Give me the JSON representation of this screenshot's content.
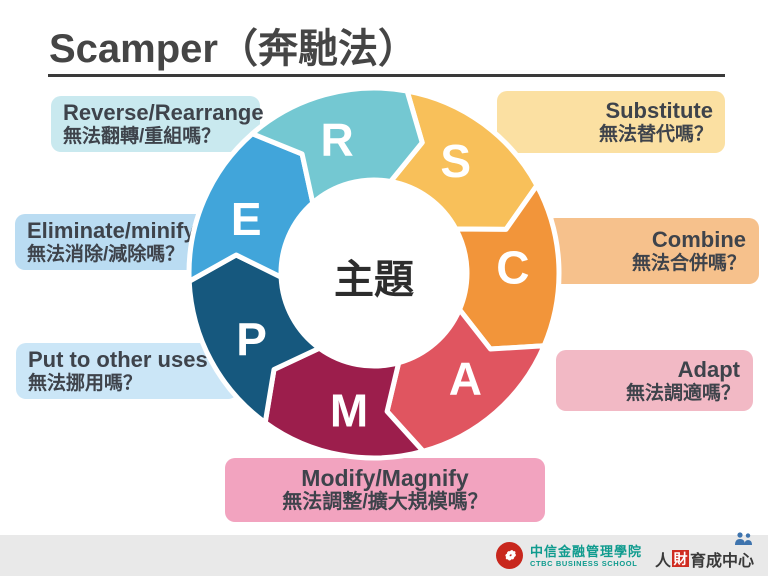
{
  "title": "Scamper（奔馳法）",
  "wheel": {
    "center_label": "主題",
    "segments": [
      {
        "letter": "S",
        "color": "#f8c05a"
      },
      {
        "letter": "C",
        "color": "#f2953a"
      },
      {
        "letter": "A",
        "color": "#e05560"
      },
      {
        "letter": "M",
        "color": "#9c1e4c"
      },
      {
        "letter": "P",
        "color": "#16587e"
      },
      {
        "letter": "E",
        "color": "#41a5da"
      },
      {
        "letter": "R",
        "color": "#74c8d2"
      }
    ]
  },
  "labels": {
    "reverse": {
      "en": "Reverse/Rearrange",
      "zh": "無法翻轉/重組嗎？",
      "bg": "#c9e9ef"
    },
    "substitute": {
      "en": "Substitute",
      "zh": "無法替代嗎？",
      "bg": "#fbe0a2"
    },
    "eliminate": {
      "en": "Eliminate/minify",
      "zh": "無法消除/減除嗎？",
      "bg": "#badcf2"
    },
    "combine": {
      "en": "Combine",
      "zh": "無法合併嗎？",
      "bg": "#f6c18c"
    },
    "put_to_other_uses": {
      "en": "Put to other uses",
      "zh": "無法挪用嗎？",
      "bg": "#cbe6f7"
    },
    "adapt": {
      "en": "Adapt",
      "zh": "無法調適嗎？",
      "bg": "#f2b9c5"
    },
    "modify": {
      "en": "Modify/Magnify",
      "zh": "無法調整/擴大規模嗎？",
      "bg": "#f2a3bf"
    }
  },
  "footer": {
    "seal_glyph": "❁",
    "school_name_zh": "中信金融管理學院",
    "school_name_en": "CTBC BUSINESS SCHOOL",
    "center_prefix": "人",
    "center_highlight": "財",
    "center_suffix": "育成中心"
  }
}
